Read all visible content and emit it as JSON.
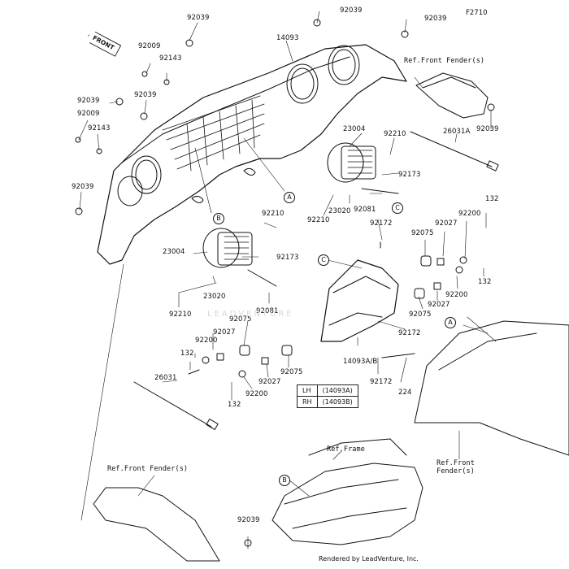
{
  "diagram": {
    "code": "F2710",
    "front_label": "FRONT",
    "footer": "Rendered by LeadVenture, Inc.",
    "watermark": "LEADVENTURE",
    "callouts": {
      "A": "A",
      "B": "B",
      "C": "C"
    },
    "part_labels": [
      "92039",
      "92039",
      "92039",
      "14093",
      "92009",
      "92143",
      "92039",
      "92039",
      "92009",
      "92143",
      "92039",
      "92039",
      "23004",
      "92210",
      "26031A",
      "92173",
      "92081",
      "23020",
      "92210",
      "92210",
      "92172",
      "132",
      "92200",
      "92027",
      "92075",
      "23004",
      "92173",
      "23020",
      "92081",
      "92210",
      "132",
      "92200",
      "92075",
      "92027",
      "92172",
      "92075",
      "92027",
      "92200",
      "132",
      "26031",
      "92027",
      "92075",
      "14093A/B",
      "92172",
      "224",
      "132",
      "92200",
      "92039"
    ],
    "references": {
      "front_fender_top": "Ref.Front Fender(s)",
      "front_fender_right": "Ref.Front\nFender(s)",
      "front_fender_bottom": "Ref.Front Fender(s)",
      "frame": "Ref.Frame"
    },
    "side_table": {
      "rows": [
        {
          "side": "LH",
          "part": "(14093A)"
        },
        {
          "side": "RH",
          "part": "(14093B)"
        }
      ]
    }
  }
}
